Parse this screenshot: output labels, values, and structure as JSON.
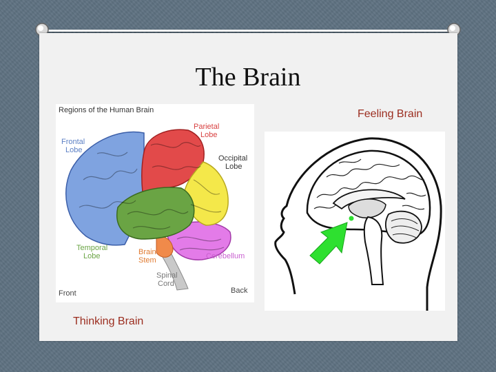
{
  "slide": {
    "title": "The Brain",
    "caption_feeling": "Feeling Brain",
    "caption_thinking": "Thinking Brain"
  },
  "regions_diagram": {
    "heading": "Regions of the Human Brain",
    "labels": {
      "frontal": [
        "Frontal",
        "Lobe"
      ],
      "parietal": [
        "Parietal",
        "Lobe"
      ],
      "occipital": [
        "Occipital",
        "Lobe"
      ],
      "temporal": [
        "Temporal",
        "Lobe"
      ],
      "brainstem": [
        "Brain",
        "Stem"
      ],
      "cerebellum": "Cerebellum",
      "spinal": [
        "Spinal",
        "Cord"
      ],
      "front": "Front",
      "back": "Back"
    }
  },
  "colors": {
    "caption": "#9b2d1f",
    "frontal": "#7fa3e0",
    "parietal": "#e24a4a",
    "occipital": "#f4e84a",
    "temporal": "#6aa444",
    "cerebellum": "#e37be8",
    "brainstem": "#f08a4a",
    "arrow": "#2ee030"
  }
}
